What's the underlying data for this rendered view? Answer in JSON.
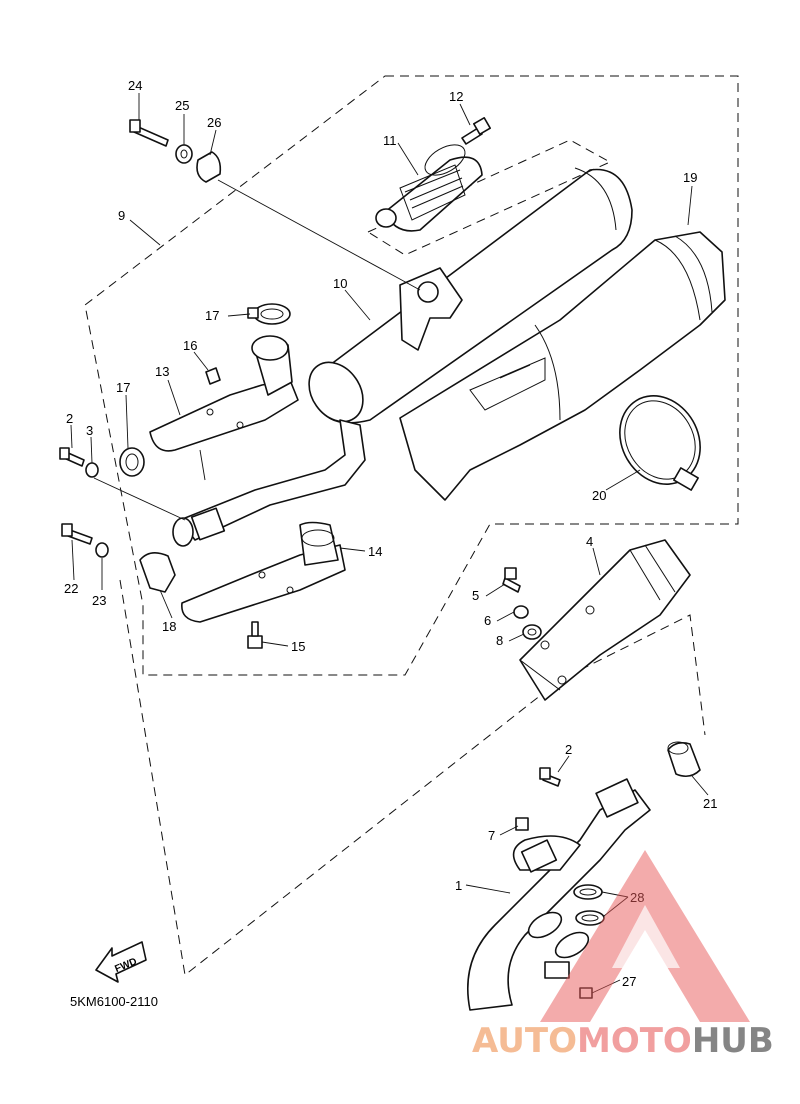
{
  "diagram": {
    "catalog_code": "5KM6100-2110",
    "fwd_label": "FWD",
    "callouts": [
      "1",
      "2",
      "3",
      "4",
      "5",
      "6",
      "7",
      "8",
      "9",
      "10",
      "11",
      "12",
      "13",
      "14",
      "15",
      "16",
      "17",
      "18",
      "19",
      "20",
      "21",
      "22",
      "23",
      "24",
      "25",
      "26",
      "27",
      "28"
    ]
  },
  "watermark": {
    "part1": "AUTO",
    "part2": "MOTO",
    "part3": "HUB",
    "colors": {
      "auto": "#f4b183",
      "moto": "#ef8f8f",
      "hub": "#707070",
      "triangle": "#e85a5a"
    }
  }
}
